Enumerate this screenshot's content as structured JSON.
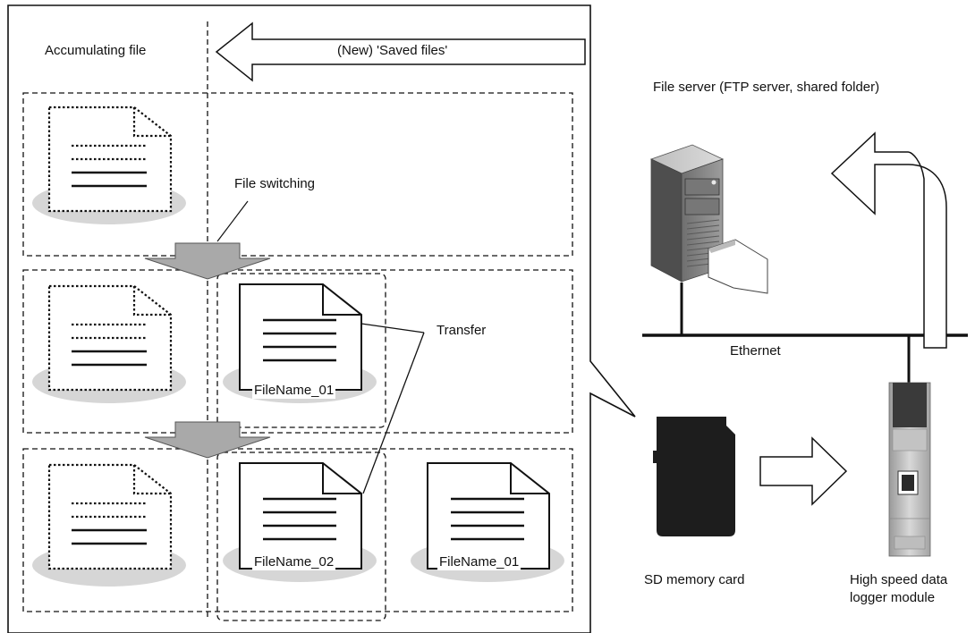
{
  "left_panel": {
    "accumulating_label": "Accumulating file",
    "saved_files_label": "(New) 'Saved files'",
    "file_switching_label": "File switching",
    "transfer_label": "Transfer",
    "file_name_row2": "FileName_01",
    "file_name_row3_new": "FileName_02",
    "file_name_row3_old": "FileName_01"
  },
  "right_panel": {
    "file_server_label": "File server (FTP server, shared folder)",
    "ethernet_label": "Ethernet",
    "sd_card_label": "SD memory card",
    "logger_label_line1": "High speed data",
    "logger_label_line2": "logger module"
  },
  "colors": {
    "stroke": "#111111",
    "shadow": "#d6d6d6",
    "arrow_fill": "#a9a9a9",
    "server_body": "#8a8a8a"
  }
}
